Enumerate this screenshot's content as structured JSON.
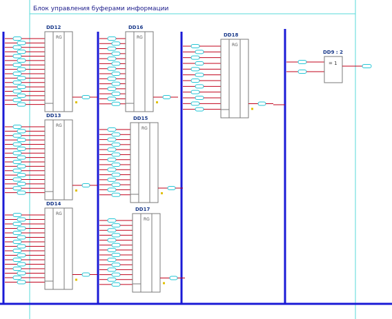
{
  "sheet": {
    "title": "Блок управления буферами информации"
  },
  "chips": [
    {
      "id": "dd12",
      "label": "DD12",
      "func": "RG"
    },
    {
      "id": "dd13",
      "label": "DD13",
      "func": "RG"
    },
    {
      "id": "dd14",
      "label": "DD14",
      "func": "RG"
    },
    {
      "id": "dd16",
      "label": "DD16",
      "func": "RG"
    },
    {
      "id": "dd15",
      "label": "DD15",
      "func": "RG"
    },
    {
      "id": "dd17",
      "label": "DD17",
      "func": "RG"
    },
    {
      "id": "dd18",
      "label": "DD18",
      "func": "RG"
    }
  ],
  "or_gate": {
    "label": "DD9 : 2",
    "func": "= 1"
  },
  "colors": {
    "bus": "#1a1ad6",
    "wire": "#c0001a",
    "connector": "#22c6d6",
    "frame": "#55d8d8",
    "chip_outline": "#7a7a7a",
    "chip_label": "#1a3a8a",
    "dot": "#e0c000"
  }
}
